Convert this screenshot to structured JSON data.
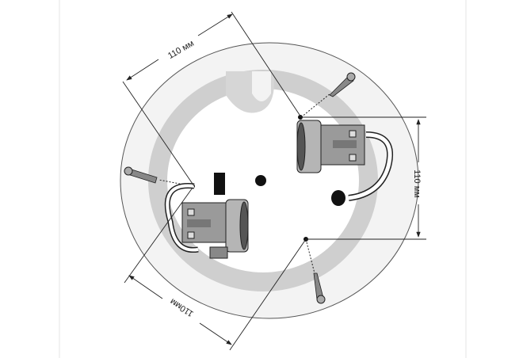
{
  "diagram": {
    "dimensions": {
      "top": "110 мм",
      "right": "110 мм",
      "bottom": "110мм"
    },
    "colors": {
      "ring": "#cfcfcf",
      "plate": "#f2f2f2",
      "line": "#222222",
      "socket": "#8c8c8c"
    }
  }
}
